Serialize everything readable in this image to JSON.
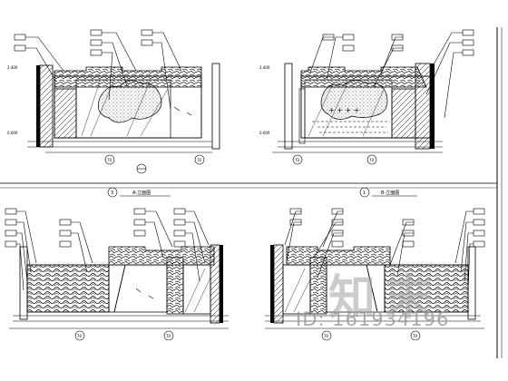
{
  "drawing": {
    "panels": [
      {
        "id": "top-left",
        "title": "",
        "mark": "",
        "dims": [
          "70",
          "70"
        ]
      },
      {
        "id": "top-right",
        "title": "",
        "mark": "",
        "dims": [
          "70",
          "70"
        ]
      },
      {
        "id": "bottom-left",
        "title": "A-立面图",
        "mark": "3",
        "dims": [
          "70",
          "70"
        ]
      },
      {
        "id": "bottom-right",
        "title": "B-立面图",
        "mark": "1",
        "dims": [
          "70",
          "70"
        ]
      }
    ],
    "level_tags": [
      "2.400",
      "0.000",
      "2.400",
      "0.000"
    ]
  },
  "watermark": {
    "logo": "知末",
    "id_text": "ID: 161934196"
  },
  "colors": {
    "line": "#000000",
    "background": "#ffffff",
    "watermark": "#a0a0a0"
  }
}
